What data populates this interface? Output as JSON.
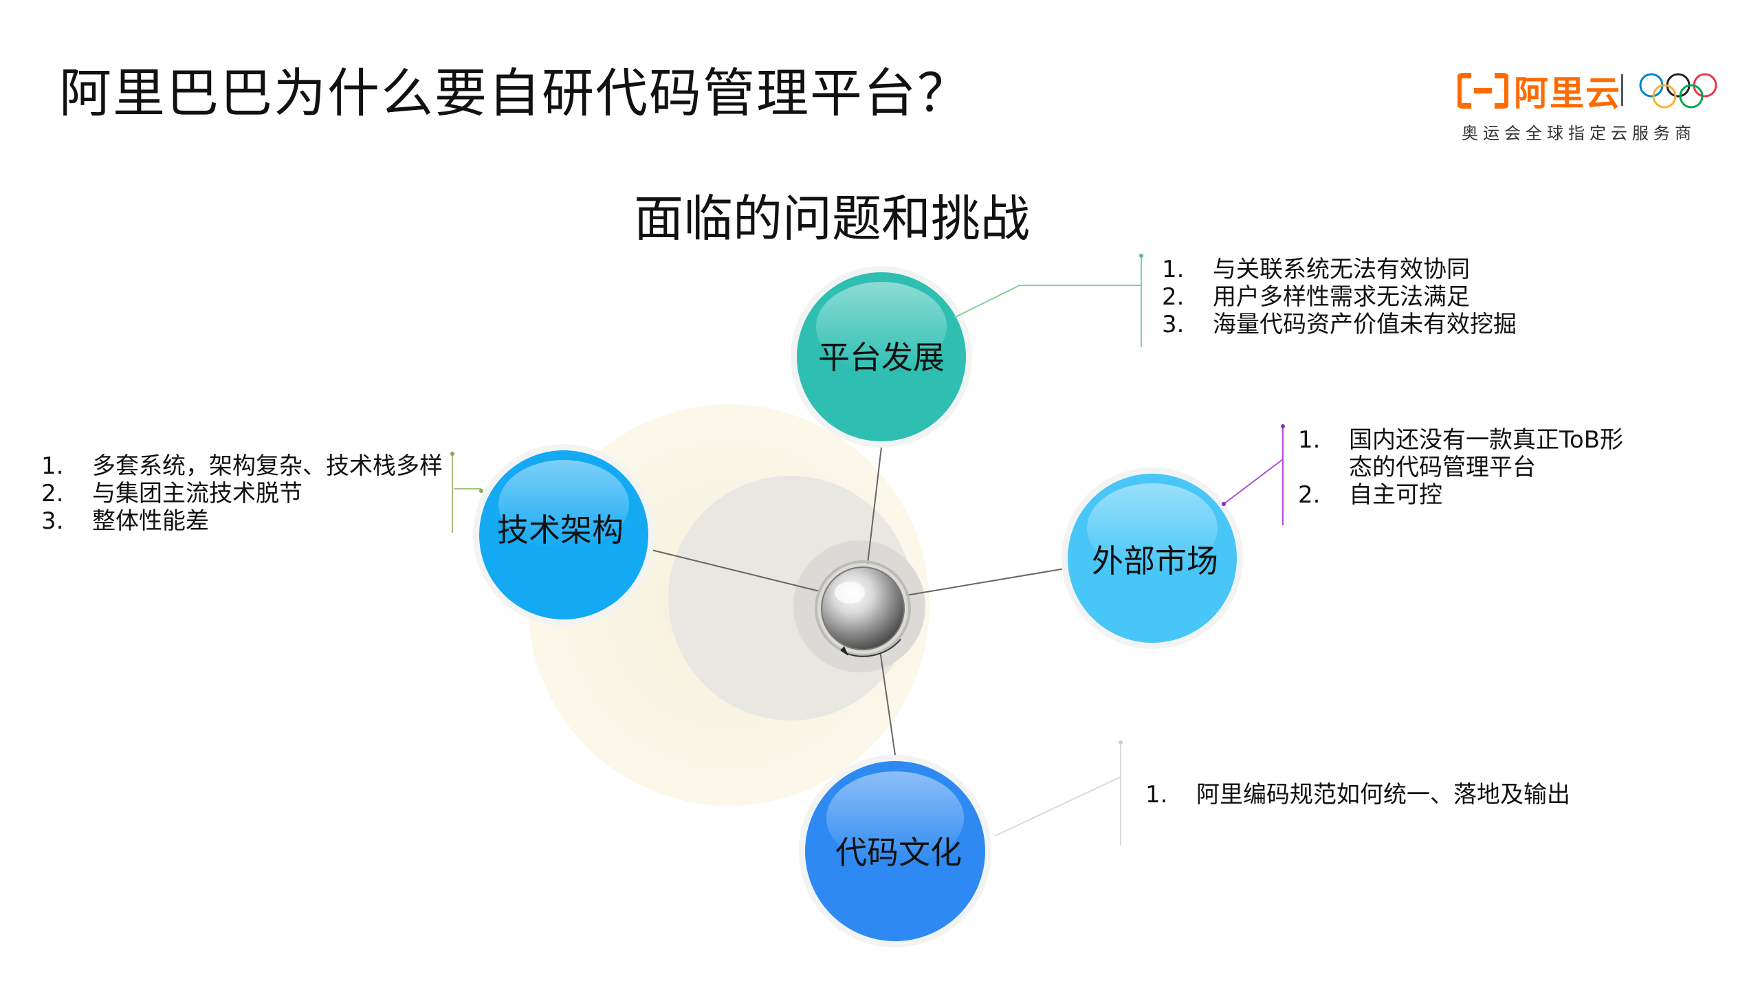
{
  "title": "阿里巴巴为什么要自研代码管理平台？",
  "logo": {
    "brand": "阿里云",
    "tagline": "奥运会全球指定云服务商",
    "brand_color": "#ff6a00"
  },
  "subtitle": "面临的问题和挑战",
  "nodes": [
    {
      "label": "平台发展",
      "color": "#2fbfb2",
      "items": [
        "与关联系统无法有效协同",
        "用户多样性需求无法满足",
        "海量代码资产价值未有效挖掘"
      ]
    },
    {
      "label": "技术架构",
      "color": "#14a9f3",
      "items": [
        "多套系统，架构复杂、技术栈多样",
        "与集团主流技术脱节",
        "整体性能差"
      ]
    },
    {
      "label": "外部市场",
      "color": "#47c6f7",
      "items": [
        "国内还没有一款真正ToB形态的代码管理平台",
        "自主可控"
      ]
    },
    {
      "label": "代码文化",
      "color": "#2e8af2",
      "items": [
        "阿里编码规范如何统一、落地及输出"
      ]
    }
  ],
  "list_numbers": [
    "1.",
    "2.",
    "3."
  ]
}
